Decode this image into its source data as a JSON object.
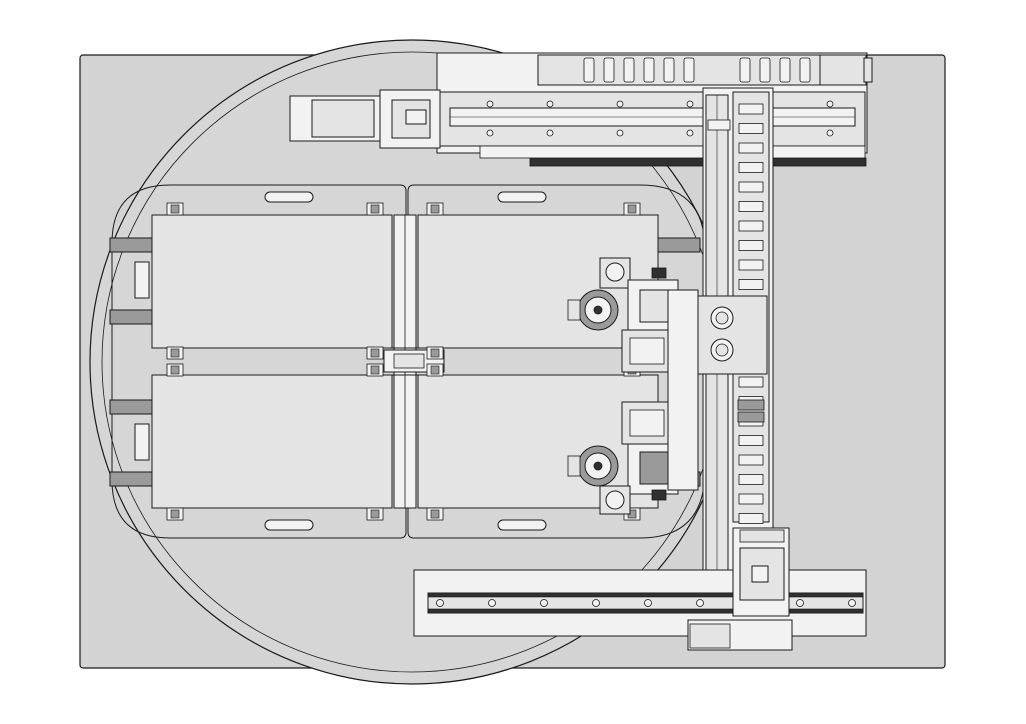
{
  "drawing": {
    "kind": "mechanical-top-view",
    "colors": {
      "background": "#ffffff",
      "stroke": "#1a1a1a",
      "base_plate": "#d3d3d3",
      "turntable": "#d6d6d6",
      "part_fill": "#e4e4e4",
      "part_light": "#f2f2f2",
      "dark_part": "#303030",
      "mid_part": "#9a9a9a"
    },
    "components": {
      "base_plate": "base-plate",
      "turntable": "rotary-turntable",
      "top_axis": "top-linear-axis",
      "bottom_axis": "bottom-linear-axis",
      "vertical_axis": "vertical-linear-axis",
      "servo_motor": "servo-motor",
      "fixture_plates": [
        "fixture-left",
        "fixture-right"
      ],
      "clamps": [
        "clamp-upper",
        "clamp-lower"
      ]
    }
  }
}
